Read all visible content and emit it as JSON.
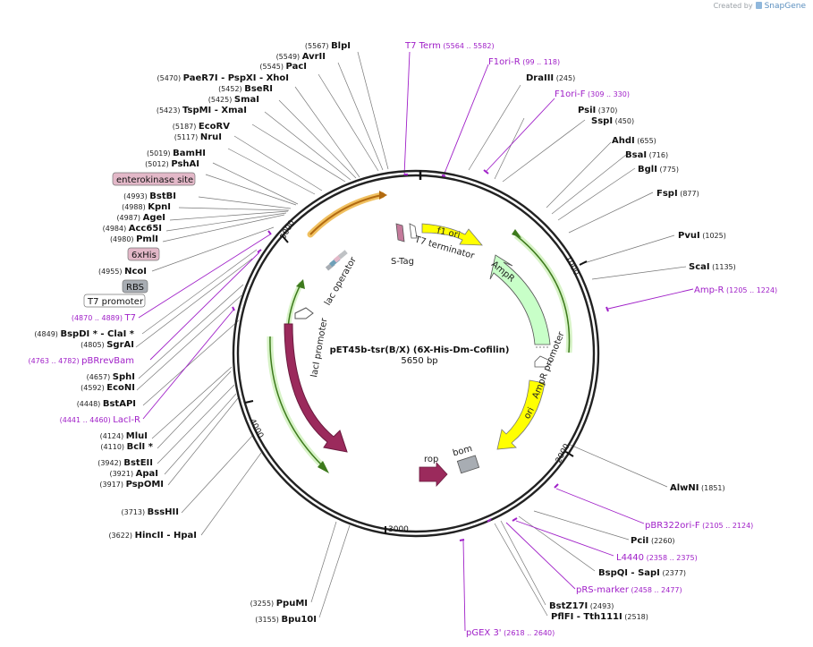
{
  "credit": {
    "created_by": "Created by",
    "brand": "SnapGene"
  },
  "map": {
    "name": "pET45b-tsr(B/X) (6X-His-Dm-Cofilin)",
    "length": "5650 bp",
    "ticks": [
      "1000",
      "2000",
      "3000",
      "4000",
      "5000"
    ]
  },
  "sites_left": [
    {
      "pos": "(5567)",
      "name": "BlpI"
    },
    {
      "pos": "(5549)",
      "name": "AvrII"
    },
    {
      "pos": "(5545)",
      "name": "PacI"
    },
    {
      "pos": "(5470)",
      "name": "PaeR7I",
      "extra": "- PspXI  - XhoI"
    },
    {
      "pos": "(5452)",
      "name": "BseRI"
    },
    {
      "pos": "(5425)",
      "name": "SmaI"
    },
    {
      "pos": "(5423)",
      "name": "TspMI",
      "extra": "- XmaI"
    },
    {
      "pos": "(5187)",
      "name": "EcoRV"
    },
    {
      "pos": "(5117)",
      "name": "NruI"
    },
    {
      "pos": "(5019)",
      "name": "BamHI"
    },
    {
      "pos": "(5012)",
      "name": "PshAI"
    },
    {
      "pos": "(4993)",
      "name": "BstBI"
    },
    {
      "pos": "(4988)",
      "name": "KpnI"
    },
    {
      "pos": "(4987)",
      "name": "AgeI"
    },
    {
      "pos": "(4984)",
      "name": "Acc65I"
    },
    {
      "pos": "(4980)",
      "name": "PmlI"
    },
    {
      "pos": "(4955)",
      "name": "NcoI"
    },
    {
      "pos": "(4849)",
      "name": "BspDI *",
      "extra": "- ClaI *"
    },
    {
      "pos": "(4805)",
      "name": "SgrAI"
    },
    {
      "pos": "(4657)",
      "name": "SphI"
    },
    {
      "pos": "(4592)",
      "name": "EcoNI"
    },
    {
      "pos": "(4448)",
      "name": "BstAPI"
    },
    {
      "pos": "(4124)",
      "name": "MluI"
    },
    {
      "pos": "(4110)",
      "name": "BclI *"
    },
    {
      "pos": "(3942)",
      "name": "BstEII"
    },
    {
      "pos": "(3921)",
      "name": "ApaI"
    },
    {
      "pos": "(3917)",
      "name": "PspOMI"
    },
    {
      "pos": "(3713)",
      "name": "BssHII"
    },
    {
      "pos": "(3622)",
      "name": "HincII",
      "extra": "- HpaI"
    },
    {
      "pos": "(3255)",
      "name": "PpuMI"
    },
    {
      "pos": "(3155)",
      "name": "Bpu10I"
    }
  ],
  "sites_right": [
    {
      "name": "DraIII",
      "pos": "(245)"
    },
    {
      "name": "PsiI",
      "pos": "(370)"
    },
    {
      "name": "SspI",
      "pos": "(450)"
    },
    {
      "name": "AhdI",
      "pos": "(655)"
    },
    {
      "name": "BsaI",
      "pos": "(716)"
    },
    {
      "name": "BglI",
      "pos": "(775)"
    },
    {
      "name": "FspI",
      "pos": "(877)"
    },
    {
      "name": "PvuI",
      "pos": "(1025)"
    },
    {
      "name": "ScaI",
      "pos": "(1135)"
    },
    {
      "name": "AlwNI",
      "pos": "(1851)"
    },
    {
      "name": "PciI",
      "pos": "(2260)"
    },
    {
      "name": "BspQI",
      "extra": "- SapI",
      "pos": "(2377)"
    },
    {
      "name": "BstZ17I",
      "pos": "(2493)"
    },
    {
      "name": "PflFI",
      "extra": "- Tth111I",
      "pos": "(2518)"
    }
  ],
  "primers": [
    {
      "name": "T7 Term",
      "range": "(5564 .. 5582)"
    },
    {
      "name": "F1ori-R",
      "range": "(99 .. 118)"
    },
    {
      "name": "F1ori-F",
      "range": "(309 .. 330)"
    },
    {
      "name": "Amp-R",
      "range": "(1205 .. 1224)"
    },
    {
      "name": "pBR322ori-F",
      "range": "(2105 .. 2124)"
    },
    {
      "name": "L4440",
      "range": "(2358 .. 2375)"
    },
    {
      "name": "pRS-marker",
      "range": "(2458 .. 2477)"
    },
    {
      "name": "pGEX 3'",
      "range": "(2618 .. 2640)"
    },
    {
      "name": "T7",
      "range": "(4870 .. 4889)"
    },
    {
      "name": "pBRrevBam",
      "range": "(4763 .. 4782)"
    },
    {
      "name": "LacI-R",
      "range": "(4441 .. 4460)"
    }
  ],
  "boxed_features": [
    {
      "label": "enterokinase site"
    },
    {
      "label": "6xHis"
    },
    {
      "label": "RBS"
    },
    {
      "label": "T7 promoter"
    }
  ],
  "features": {
    "f1_ori": "f1 ori",
    "t7_terminator": "T7 terminator",
    "s_tag": "S-Tag",
    "ampr": "AmpR",
    "ampr_promoter": "AmpR promoter",
    "ori": "ori",
    "bom": "bom",
    "rop": "rop",
    "laci": "lacI",
    "laci_promoter": "lacI promoter",
    "lac_operator": "lac operator"
  },
  "colors": {
    "backbone": "#222222",
    "primer": "#a020c8",
    "yellow": "#ffff00",
    "ampr": "#c8ffc8",
    "laci": "#9b2a5c",
    "grey": "#a8adb3",
    "pink": "#e3b8c8",
    "orange": "#f0a040",
    "green": "#6ab04c"
  }
}
